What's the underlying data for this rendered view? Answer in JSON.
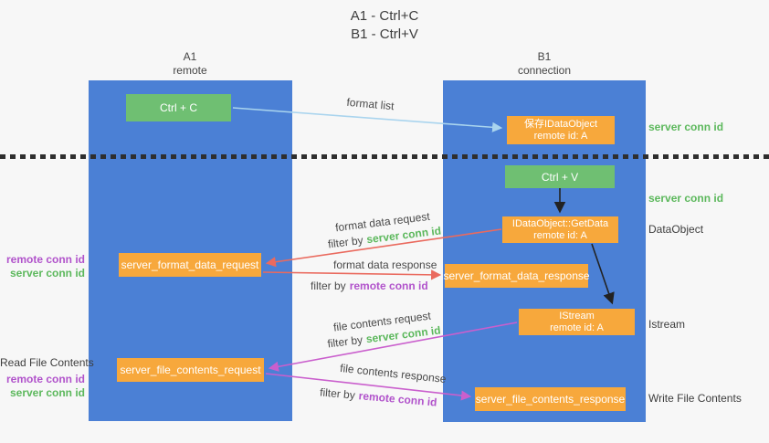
{
  "title": {
    "line1": "A1 - Ctrl+C",
    "line2": "B1 - Ctrl+V"
  },
  "lanes": {
    "left": {
      "id": "A1",
      "name": "remote"
    },
    "right": {
      "id": "B1",
      "name": "connection"
    }
  },
  "nodes": {
    "ctrl_c": "Ctrl + C",
    "ctrl_v": "Ctrl + V",
    "save_idataobject": {
      "line1": "保存IDataObject",
      "line2": "remote id: A"
    },
    "getdata": {
      "line1": "IDataObject::GetData",
      "line2": "remote id: A"
    },
    "istream": {
      "line1": "IStream",
      "line2": "remote id: A"
    },
    "format_request": "server_format_data_request",
    "format_response": "server_format_data_response",
    "file_request": "server_file_contents_request",
    "file_response": "server_file_contents_response"
  },
  "arrow_labels": {
    "format_list": "format list",
    "format_data_request": "format data request",
    "format_data_request_filter": {
      "prefix": "filter by",
      "key": "server conn id"
    },
    "format_data_response": "format data response",
    "format_data_response_filter": {
      "prefix": "filter by",
      "key": "remote conn id"
    },
    "file_contents_request": "file contents request",
    "file_contents_request_filter": {
      "prefix": "filter by",
      "key": "server conn id"
    },
    "file_contents_response": "file contents response",
    "file_contents_response_filter": {
      "prefix": "filter by",
      "key": "remote conn id"
    }
  },
  "side_left": {
    "remote_conn_id_1": "remote conn id",
    "server_conn_id_1": "server conn id",
    "read_file_contents": "Read File Contents",
    "remote_conn_id_2": "remote conn id",
    "server_conn_id_2": "server conn id"
  },
  "side_right": {
    "server_conn_id_1": "server conn id",
    "server_conn_id_2": "server conn id",
    "dataobject": "DataObject",
    "istream": "Istream",
    "write_file_contents": "Write File Contents"
  },
  "colors": {
    "lane_blue": "#4b80d5",
    "node_green": "#6fbf72",
    "node_orange": "#f7a83c",
    "text_green": "#5cb85c",
    "text_purple": "#b153cb",
    "arrow_red": "#ea6a5e",
    "arrow_magenta": "#ca5fcd",
    "arrow_lightblue": "#a9d4ee",
    "arrow_black": "#222222"
  }
}
